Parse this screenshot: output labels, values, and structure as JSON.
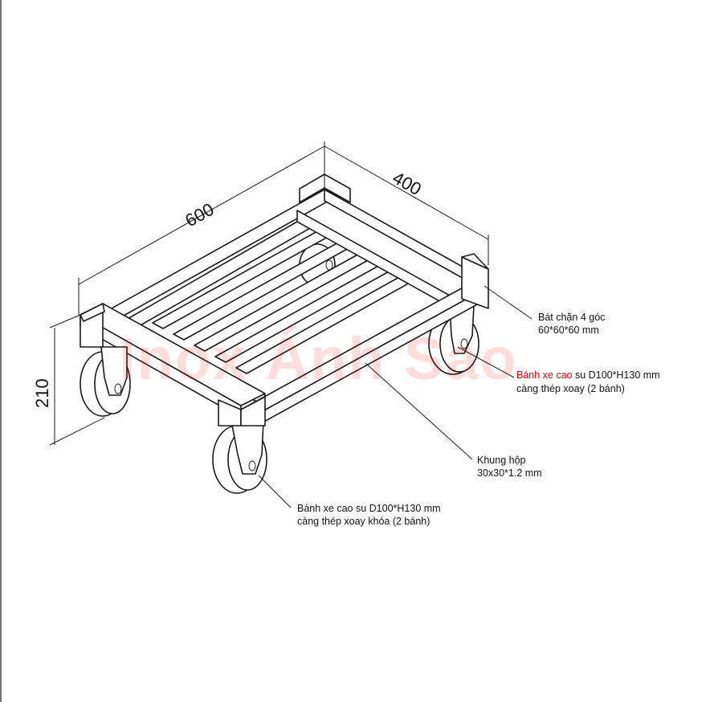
{
  "dimensions": {
    "length": "600",
    "width": "400",
    "height": "210"
  },
  "watermark": "Inox Ánh Sao",
  "callouts": {
    "corner_guard": {
      "line1": "Bát chặn 4 góc",
      "line2": "60*60*60 mm"
    },
    "swivel_wheel": {
      "line1_red": "Bánh xe cao",
      "line1_rest": " su D100*H130 mm",
      "line2": "càng thép xoay (2 bánh)"
    },
    "frame": {
      "line1": "Khung hộp",
      "line2": "30x30*1.2 mm"
    },
    "lock_wheel": {
      "line1": "Bánh xe cao su D100*H130 mm",
      "line2": "càng thép xoay khóa (2 bánh)"
    }
  },
  "colors": {
    "line": "#1a1a1a",
    "highlight": "#e00000",
    "watermark": "#ff0000"
  }
}
